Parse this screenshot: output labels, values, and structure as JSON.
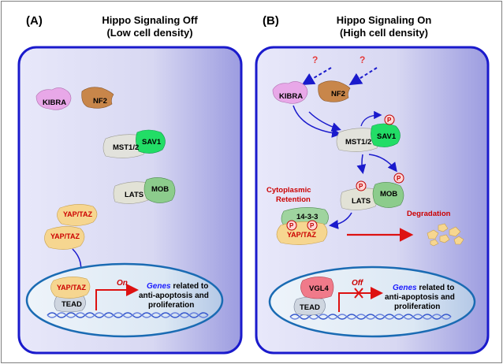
{
  "panels": {
    "A": {
      "label": "(A)",
      "title_line1": "Hippo Signaling Off",
      "title_line2": "(Low cell density)",
      "kibra": "KIBRA",
      "nf2": "NF2",
      "mst": "MST1/2",
      "sav": "SAV1",
      "lats": "LATS",
      "mob": "MOB",
      "yap1": "YAP/TAZ",
      "yap2": "YAP/TAZ",
      "nucleus_yap": "YAP/TAZ",
      "tead": "TEAD",
      "on": "On",
      "genes_word": "Genes",
      "genes_rest": " related to",
      "genes_line2": "anti-apoptosis and",
      "genes_line3": "proliferation"
    },
    "B": {
      "label": "(B)",
      "title_line1": "Hippo  Signaling On",
      "title_line2": "(High cell density)",
      "q1": "?",
      "q2": "?",
      "kibra": "KIBRA",
      "nf2": "NF2",
      "mst": "MST1/2",
      "sav": "SAV1",
      "lats": "LATS",
      "mob": "MOB",
      "p": "P",
      "cyto_line1": "Cytoplasmic",
      "cyto_line2": "Retention",
      "protein_1433": "14-3-3",
      "yap": "YAP/TAZ",
      "degradation": "Degradation",
      "vgl4": "VGL4",
      "tead": "TEAD",
      "off": "Off",
      "genes_word": "Genes",
      "genes_rest": " related to",
      "genes_line2": "anti-apoptosis and",
      "genes_line3": "proliferation"
    }
  },
  "colors": {
    "cell_border": "#1a1acc",
    "cell_fill": "#dcdcf4",
    "nucleus_fill": "#e2ecf6",
    "kibra": "#e8a8e8",
    "nf2": "#c8864a",
    "mst": "#e2e2dc",
    "sav": "#22dd66",
    "lats": "#e2e2d6",
    "mob": "#8ccc8c",
    "yap": "#f6d690",
    "arrow_blue": "#1a1acc",
    "arrow_red": "#dd1111",
    "text_red": "#cc0000"
  }
}
